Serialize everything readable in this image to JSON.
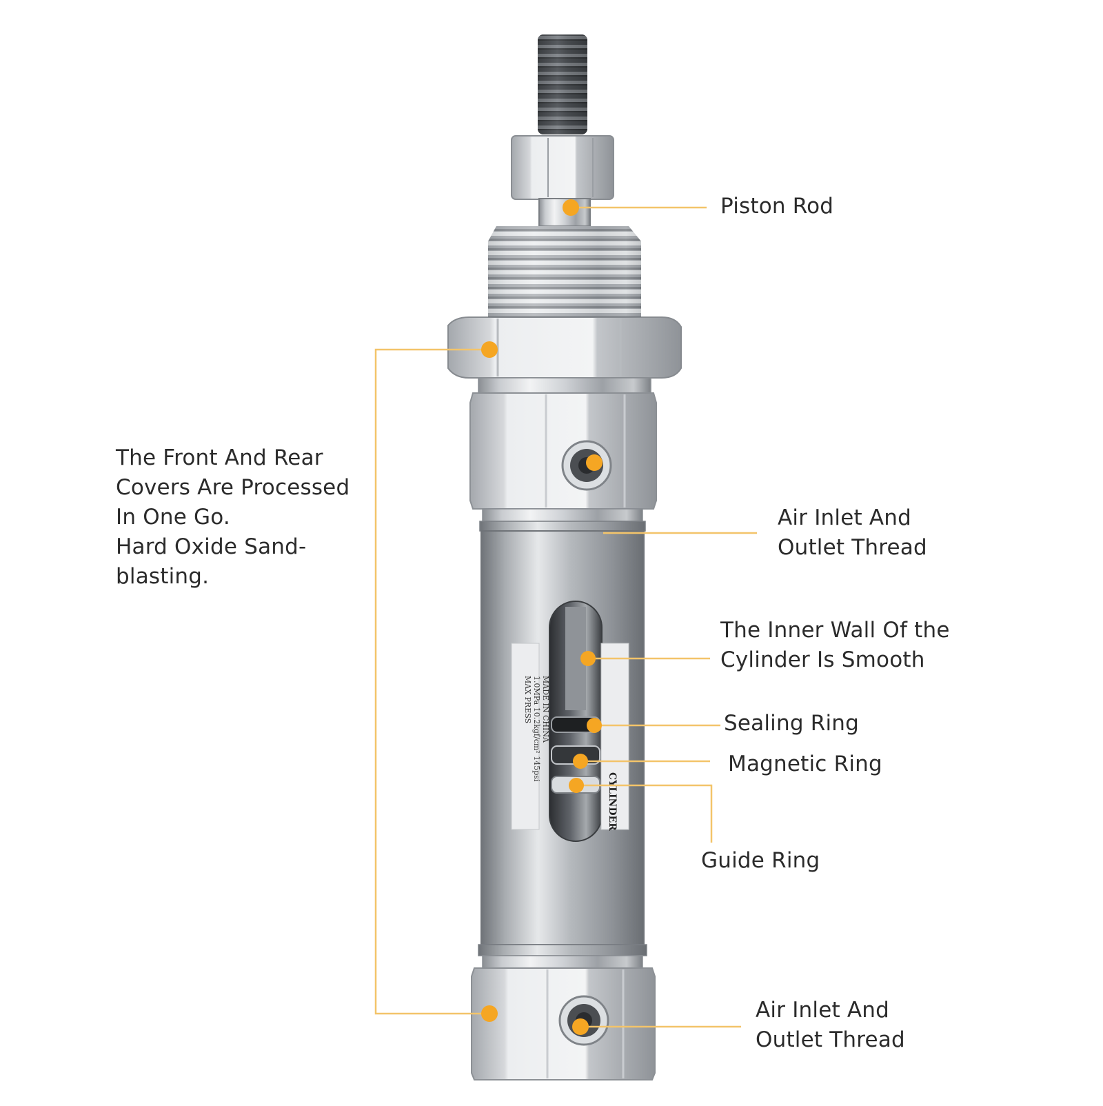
{
  "colors": {
    "accent": "#F5A623",
    "leader_line": "#F3C46A",
    "text": "#2B2B2B",
    "metal_light": "#EEF0F2",
    "metal_mid": "#B9BDC2",
    "metal_dark": "#6E7277",
    "background": "#FFFFFF"
  },
  "labels": {
    "piston_rod": [
      "Piston Rod"
    ],
    "air_inlet_top": [
      "Air Inlet And",
      "Outlet Thread"
    ],
    "inner_wall": [
      "The Inner Wall Of the",
      "Cylinder Is Smooth"
    ],
    "sealing_ring": [
      "Sealing Ring"
    ],
    "magnetic_ring": [
      "Magnetic Ring"
    ],
    "guide_ring": [
      "Guide Ring"
    ],
    "air_inlet_bottom": [
      "Air Inlet And",
      "Outlet Thread"
    ],
    "covers": [
      "The Front And Rear",
      "Covers Are Processed",
      "In One Go.",
      "Hard Oxide Sand-",
      "blasting."
    ]
  },
  "cylinder_label": {
    "brand": "CYLINDER",
    "lines": [
      "MAX PRESS",
      "1.0MPa 10.2kgf/cm²  145psi",
      "MADE IN CHINA"
    ]
  }
}
